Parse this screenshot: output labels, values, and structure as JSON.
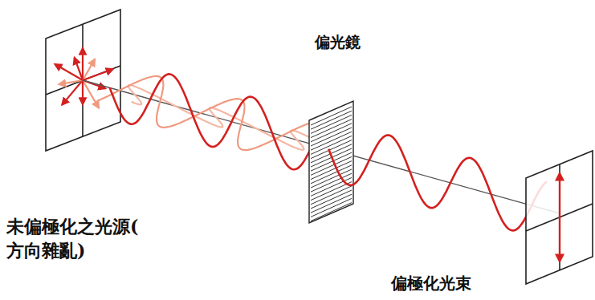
{
  "diagram": {
    "labels": [
      "偏光鏡",
      "未偏極化之光源( 方向雜亂)",
      "偏極化光束"
    ]
  }
}
